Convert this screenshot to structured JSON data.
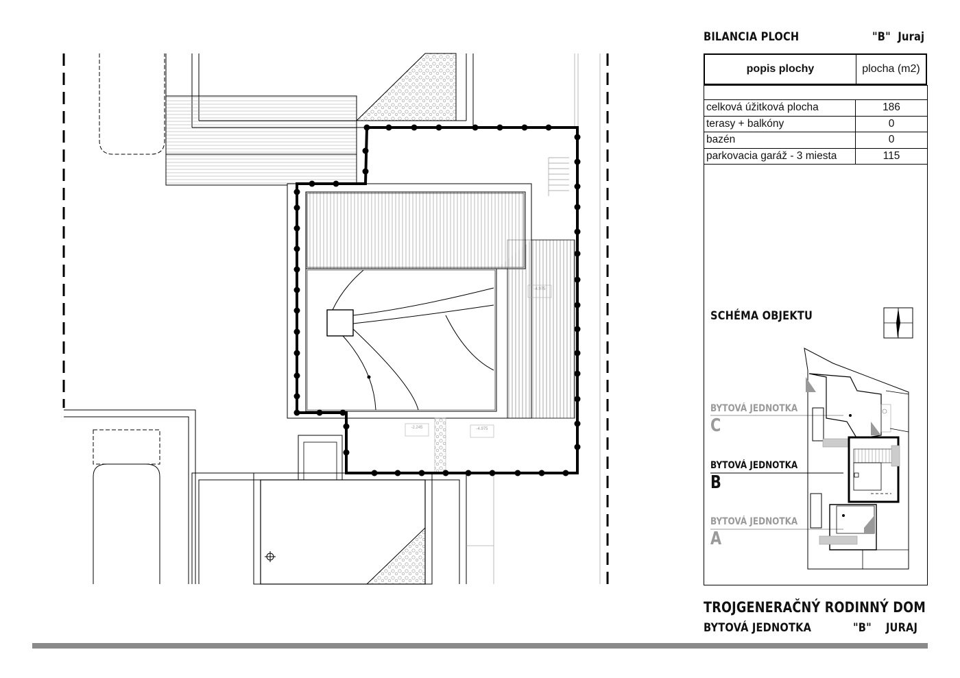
{
  "balance": {
    "title": "BILANCIA PLOCH",
    "unit_label": "\"B\"  Juraj",
    "columns": [
      "popis plochy",
      "plocha (m2)"
    ],
    "rows": [
      {
        "label": "celková úžitková plocha",
        "value": "186"
      },
      {
        "label": "terasy + balkóny",
        "value": "0"
      },
      {
        "label": "bazén",
        "value": "0"
      },
      {
        "label": "parkovacia garáž - 3 miesta",
        "value": "115"
      }
    ]
  },
  "schema": {
    "title": "SCHÉMA OBJEKTU",
    "units": [
      {
        "label": "BYTOVÁ JEDNOTKA",
        "letter": "C",
        "active": false
      },
      {
        "label": "BYTOVÁ JEDNOTKA",
        "letter": "B",
        "active": true
      },
      {
        "label": "BYTOVÁ JEDNOTKA",
        "letter": "A",
        "active": false
      }
    ]
  },
  "plan_labels": [
    "-4.975",
    "-2.245",
    "-4.975"
  ],
  "footer": {
    "title": "TROJGENERAČNÝ RODINNÝ DOM",
    "subtitle": "BYTOVÁ JEDNOTKA",
    "unit": "\"B\"    JURAJ"
  },
  "colors": {
    "line": "#000000",
    "inactive": "#9a9a9a",
    "bar": "#8a8a8a"
  }
}
